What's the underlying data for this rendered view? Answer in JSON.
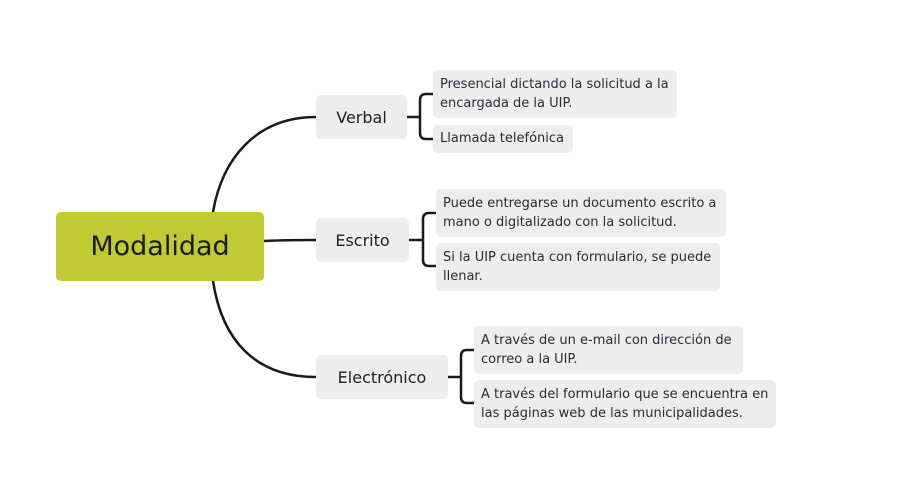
{
  "root": {
    "label": "Modalidad",
    "color": "#c0ca33"
  },
  "branches": [
    {
      "label": "Verbal",
      "leaves": [
        {
          "lines": [
            "Presencial dictando la solicitud a la",
            "encargada de la UIP."
          ]
        },
        {
          "lines": [
            "Llamada telefónica"
          ]
        }
      ]
    },
    {
      "label": "Escrito",
      "leaves": [
        {
          "lines": [
            "Puede entregarse un documento escrito a",
            "mano o digitalizado con la solicitud."
          ]
        },
        {
          "lines": [
            "Si la UIP cuenta con formulario, se puede",
            "llenar."
          ]
        }
      ]
    },
    {
      "label": "Electrónico",
      "leaves": [
        {
          "lines": [
            "A través de un e-mail con dirección de",
            "correo a la UIP."
          ]
        },
        {
          "lines": [
            "A través del formulario que se encuentra en",
            "las páginas web de las municipalidades."
          ]
        }
      ]
    }
  ]
}
